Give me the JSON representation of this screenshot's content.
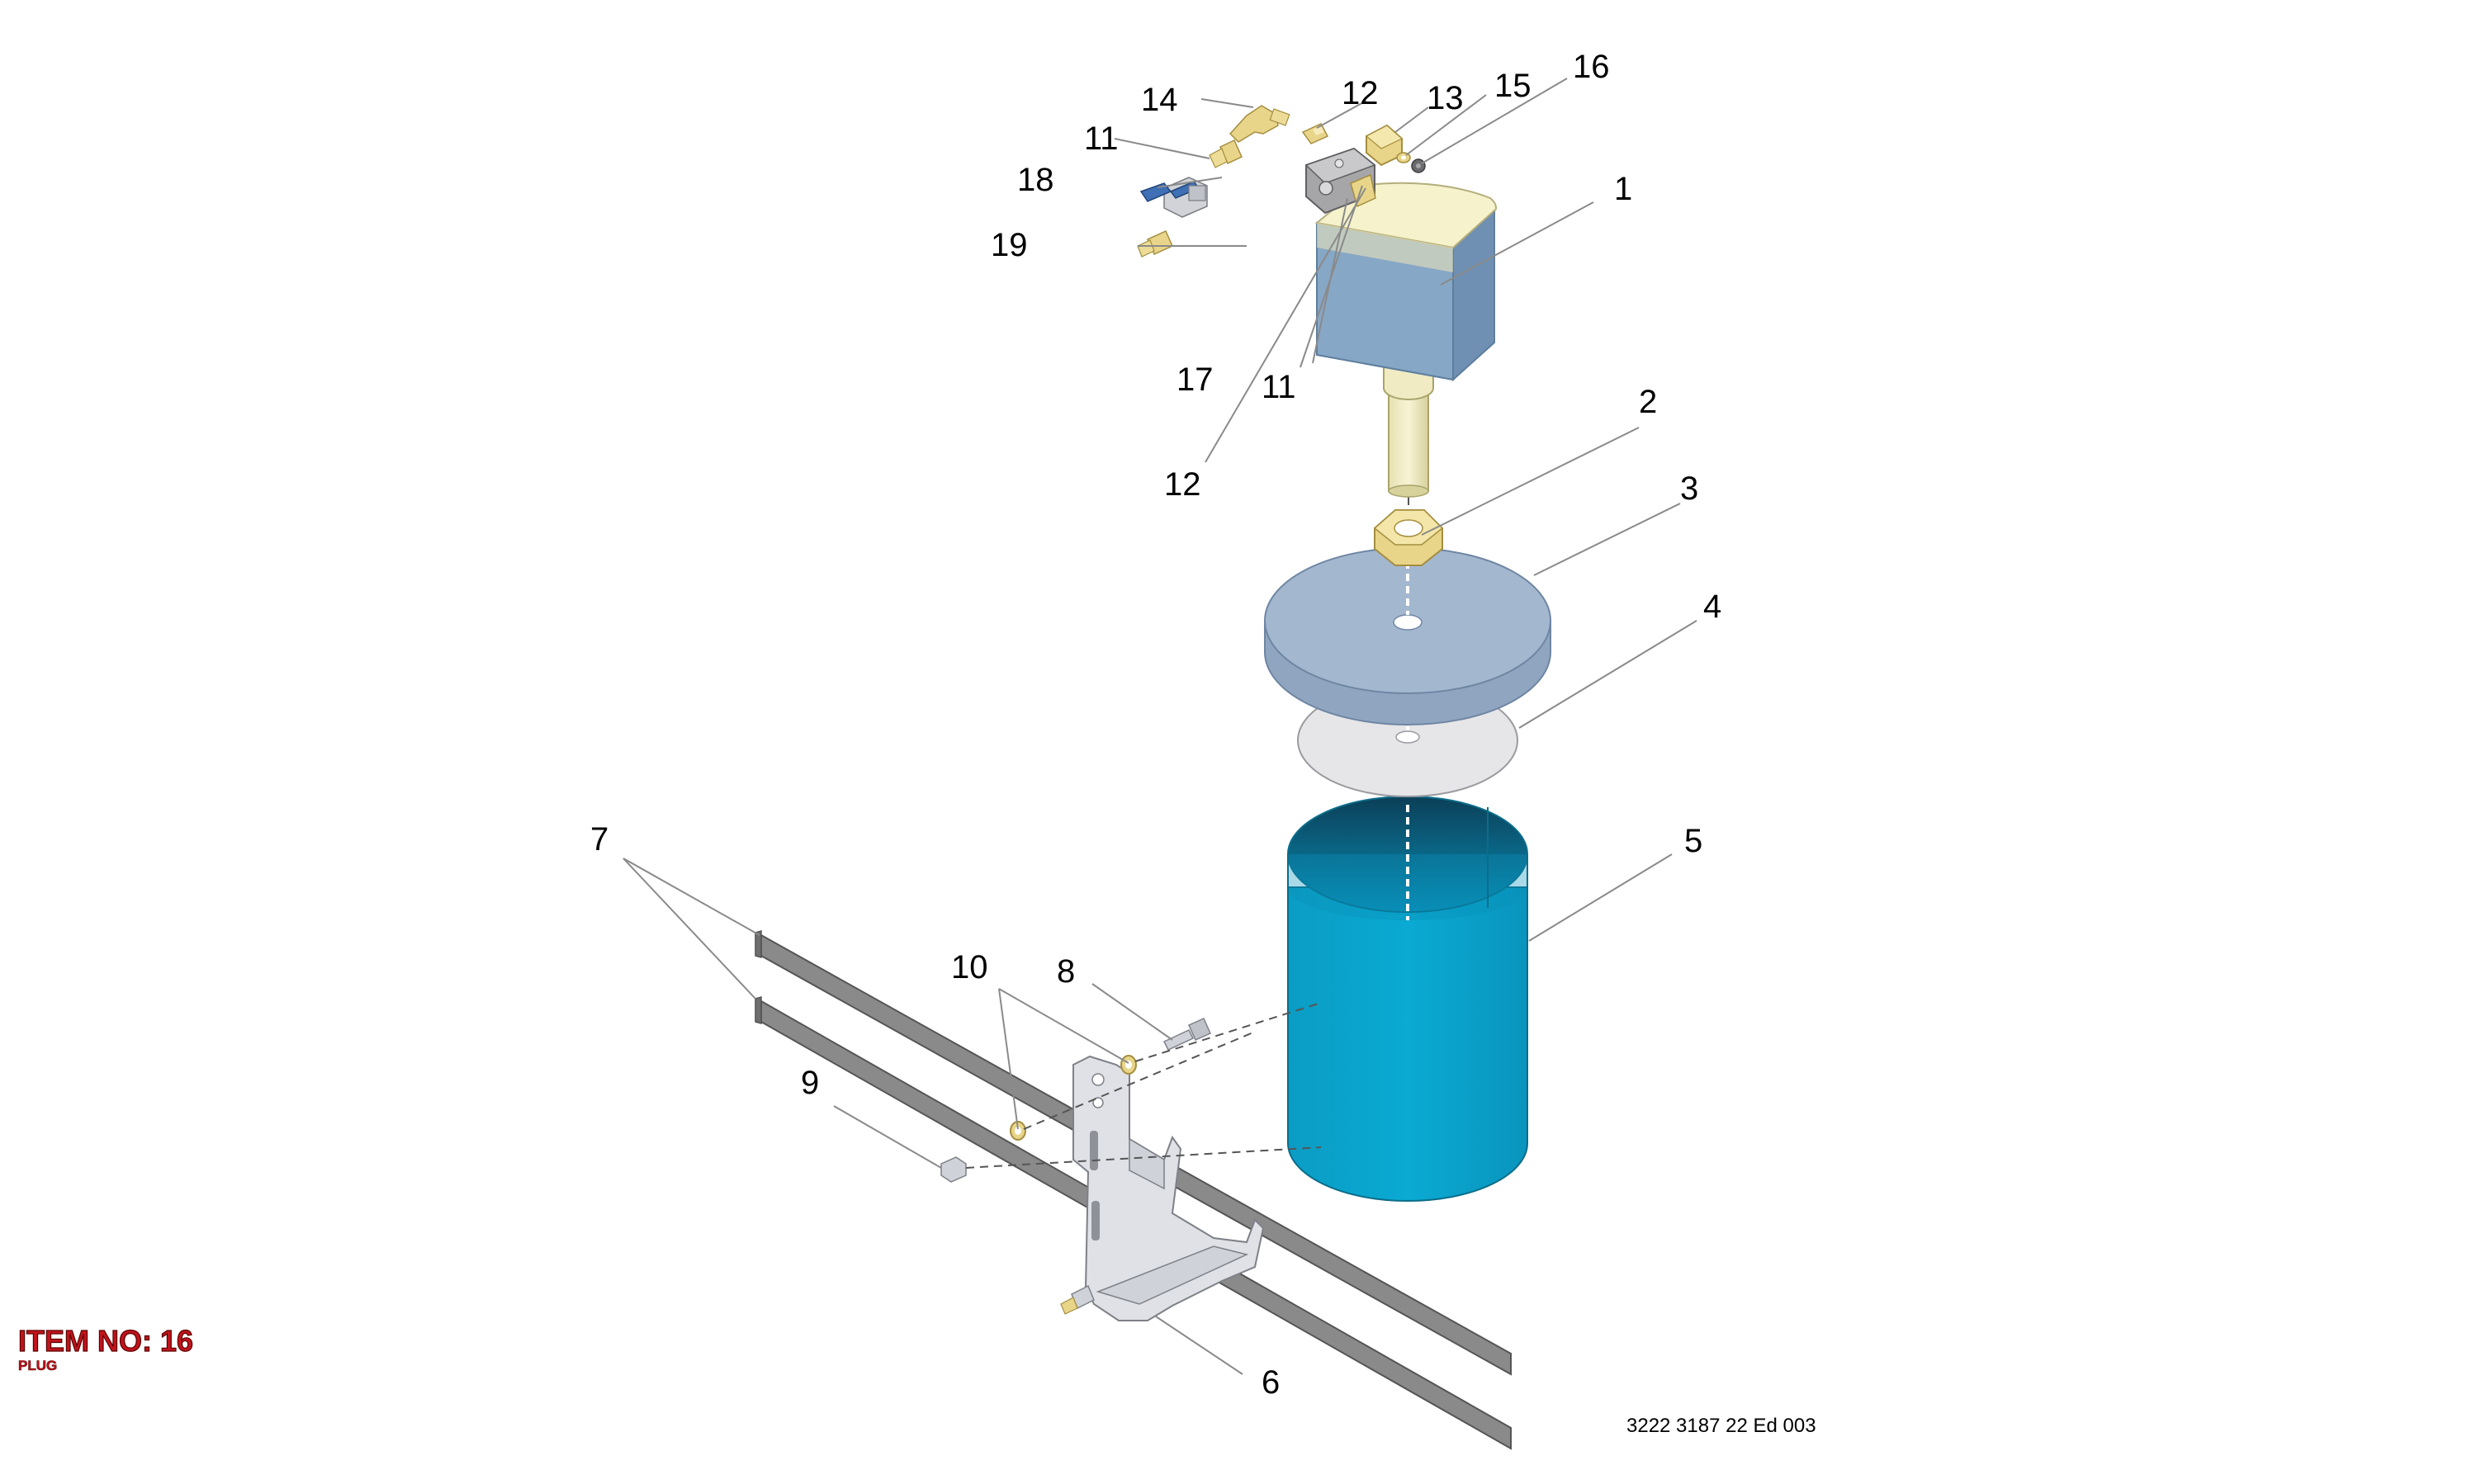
{
  "item_info": {
    "title": "ITEM NO: 16",
    "description": "PLUG"
  },
  "reference": "3222 3187 22 Ed 003",
  "callouts": {
    "c1": "1",
    "c2": "2",
    "c3": "3",
    "c4": "4",
    "c5": "5",
    "c6": "6",
    "c7": "7",
    "c8": "8",
    "c9": "9",
    "c10": "10",
    "c11a": "11",
    "c11b": "11",
    "c12a": "12",
    "c12b": "12",
    "c13": "13",
    "c14": "14",
    "c15": "15",
    "c16": "16",
    "c17": "17",
    "c18": "18",
    "c19": "19"
  },
  "colors": {
    "pump_body": "#87a7c6",
    "pump_top": "#f5f2cc",
    "brass": "#e8d58a",
    "lid": "#a3b7cf",
    "gasket": "#e6e6e9",
    "reservoir": "#0aa5cd",
    "reservoir_inner": "#0a4d68",
    "strap": "#8a8a8a",
    "bracket": "#dfe1e6",
    "label_red": "#c0141c"
  }
}
